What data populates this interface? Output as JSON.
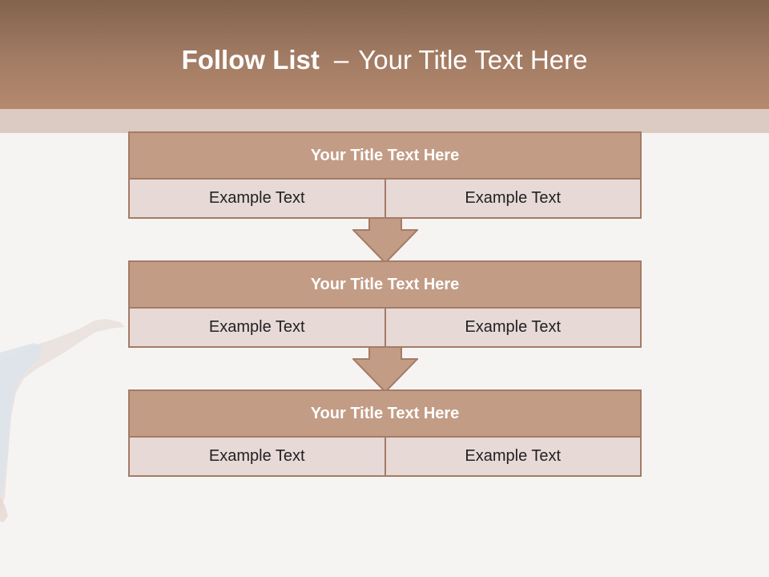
{
  "slide": {
    "title_bold": "Follow List",
    "title_dash": "–",
    "title_rest": "Your Title Text Here"
  },
  "colors": {
    "header": "#a37c64",
    "band": "#dccbc2",
    "block_title": "#c39c86",
    "block_cell": "#e6d9d6",
    "border": "#a47b67"
  },
  "blocks": [
    {
      "title": "Your Title Text Here",
      "left": "Example Text",
      "right": "Example Text"
    },
    {
      "title": "Your Title Text Here",
      "left": "Example Text",
      "right": "Example Text"
    },
    {
      "title": "Your Title Text Here",
      "left": "Example Text",
      "right": "Example Text"
    }
  ]
}
